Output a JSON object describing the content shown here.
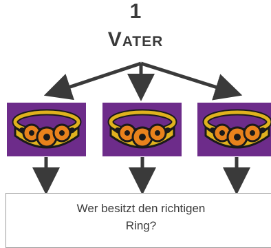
{
  "header": {
    "number": "1",
    "title": "Vater"
  },
  "rings": [
    {
      "icon": "ring-icon"
    },
    {
      "icon": "ring-icon"
    },
    {
      "icon": "ring-icon"
    }
  ],
  "question": {
    "text": "Wer besitzt den richtigen Ring?"
  },
  "colors": {
    "panel": "#6d2c8a",
    "arrow": "#3a3a3a",
    "ring_gold": "#e0b21e",
    "stone_orange": "#e8821c"
  }
}
